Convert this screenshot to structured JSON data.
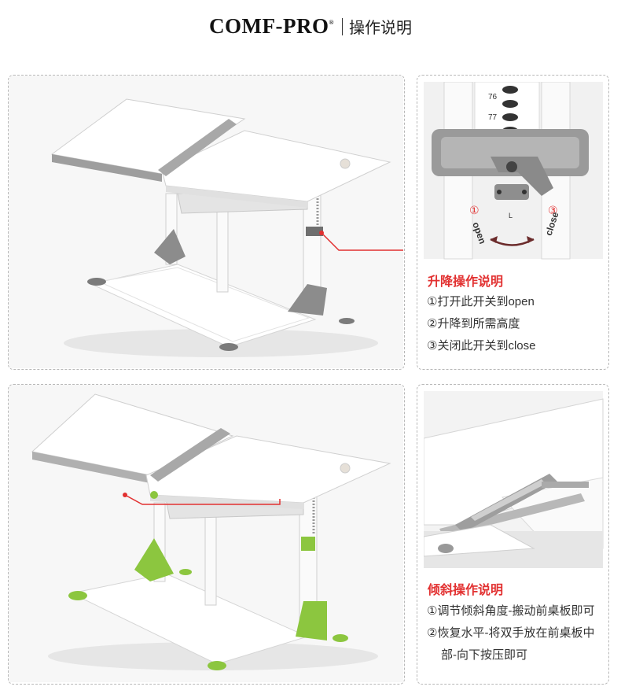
{
  "header": {
    "brand": "COMF-PRO",
    "trademark": "®",
    "title": "操作说明"
  },
  "lift": {
    "title": "升降操作说明",
    "steps": [
      "①打开此开关到open",
      "②升降到所需高度",
      "③关闭此开关到close"
    ],
    "scale_marks": [
      "76",
      "77"
    ],
    "dial": {
      "open_num": "①",
      "open": "open",
      "close_num": "③",
      "close": "close",
      "lock_letter": "L"
    }
  },
  "tilt": {
    "title": "倾斜操作说明",
    "steps": [
      "①调节倾斜角度-搬动前桌板即可",
      "②恢复水平-将双手放在前桌板中",
      "部-向下按压即可"
    ]
  },
  "colors": {
    "accent_red": "#e23131",
    "desk_gray_accent": "#8c8c8c",
    "desk_green_accent": "#8cc63f",
    "panel_border": "#b8b8b8"
  }
}
